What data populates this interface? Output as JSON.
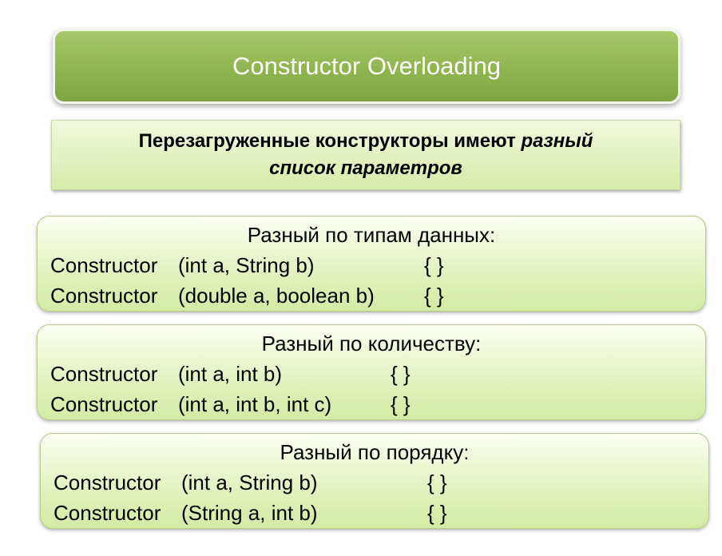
{
  "title": "Constructor Overloading",
  "subtitle": {
    "line1_bold": "Перезагруженные конструкторы имеют ",
    "line1_italic": "разный",
    "line2_italic": "список параметров"
  },
  "sections": [
    {
      "heading": "Разный по типам данных:",
      "rows": [
        {
          "name": "Constructor",
          "params": "(int a, String b)",
          "body": "{   }"
        },
        {
          "name": "Constructor",
          "params": "(double a, boolean b)",
          "body": "{   }"
        }
      ]
    },
    {
      "heading": "Разный по количеству:",
      "rows": [
        {
          "name": "Constructor",
          "params": "(int a, int b)",
          "body": "{   }"
        },
        {
          "name": "Constructor",
          "params": "(int a, int b, int c)",
          "body": "{   }"
        }
      ]
    },
    {
      "heading": "Разный по порядку:",
      "rows": [
        {
          "name": "Constructor",
          "params": "(int a, String b)",
          "body": "{   }"
        },
        {
          "name": "Constructor",
          "params": "(String a, int b)",
          "body": "{   }"
        }
      ]
    }
  ]
}
